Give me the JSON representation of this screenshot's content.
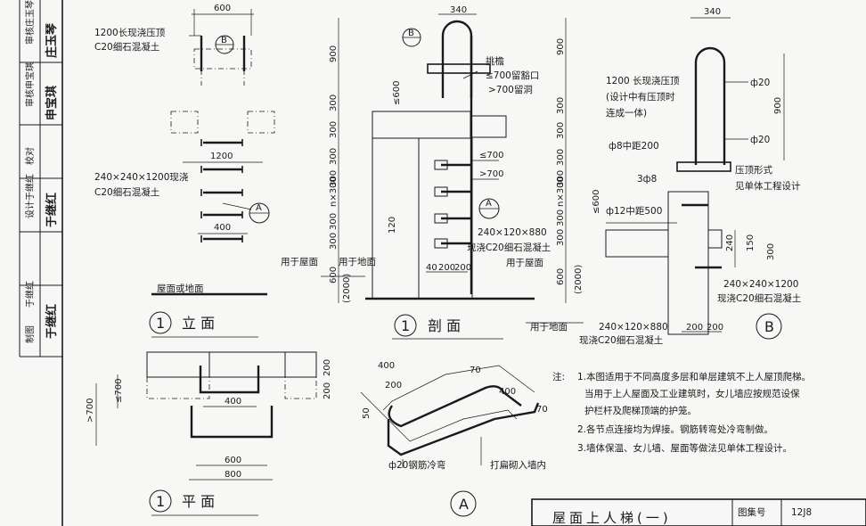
{
  "sidebar": {
    "rows": [
      {
        "role": "审核",
        "name": "庄玉琴",
        "signature": "庄玉琴"
      },
      {
        "role": "审核",
        "name": "申宝琪",
        "signature": "申宝琪"
      },
      {
        "role": "校对",
        "name": "",
        "signature": ""
      },
      {
        "role": "设计",
        "name": "于继红",
        "signature": "于继红"
      },
      {
        "role": "制图",
        "name": "于继红",
        "signature": "于继红"
      }
    ]
  },
  "elevation": {
    "title_num": "1",
    "title": "立  面",
    "dim_top": "600",
    "dim_rungs": "1200",
    "dim_bottom_rung": "400",
    "label_top_1": "1200长现浇压顶",
    "label_top_2": "C20细石混凝土",
    "label_mid_1": "240×240×1200现浇",
    "label_mid_2": "C20细石混凝土",
    "label_ground": "屋面或地面",
    "marker_b": "B",
    "marker_a": "A",
    "dims_right": [
      "900",
      "300",
      "300",
      "300",
      "300",
      "n×300",
      "300",
      "300",
      "600"
    ]
  },
  "section": {
    "title_num": "1",
    "title": "剖  面",
    "dim_top": "340",
    "label_1": "挑檐",
    "label_2": "≤700留豁口",
    "label_3": ">700留洞",
    "dim_le600": "≤600",
    "dim_le700": "≤700",
    "dim_gt700": ">700",
    "dim_120": "120",
    "dims_bottom": [
      "40",
      "200",
      "200"
    ],
    "label_embed_1": "240×120×880",
    "label_embed_2": "现浇C20细石混凝土",
    "label_roof": "用于屋面",
    "label_ground": "用于地面",
    "val_2000_left": "(2000)",
    "val_600": "600",
    "val_2000_right": "(2000)",
    "label_roof_2": "用于屋面",
    "label_ground_2": "用于地面",
    "dims_right": [
      "900",
      "300",
      "300",
      "300",
      "300",
      "n×300",
      "300",
      "300"
    ],
    "marker_b": "B",
    "marker_a": "A"
  },
  "plan": {
    "title_num": "1",
    "title": "平  面",
    "dim_200a": "200",
    "dim_200b": "200",
    "dim_le700": "≤700",
    "dim_gt700": ">700",
    "dim_400": "400",
    "dim_600": "600",
    "dim_800": "800"
  },
  "detail_a": {
    "marker": "A",
    "dim_400a": "400",
    "dim_200": "200",
    "dim_400b": "400",
    "dim_70a": "70",
    "dim_70b": "70",
    "dim_50": "50",
    "label_bar": "ф20钢筋冷弯",
    "label_wall": "打扁砌入墙内"
  },
  "detail_b": {
    "marker": "B",
    "dim_top": "340",
    "label_1": "1200 长现浇压顶",
    "label_2": "(设计中有压顶时",
    "label_3": "连成一体)",
    "label_phi8": "ф8中距200",
    "label_3phi8": "3ф8",
    "label_phi12": "ф12中距500",
    "label_coping_1": "压顶形式",
    "label_coping_2": "见单体工程设计",
    "label_phi20a": "ф20",
    "label_phi20b": "ф20",
    "dim_900": "900",
    "dim_le600": "≤600",
    "dim_240": "240",
    "dim_150": "150",
    "dim_300": "300",
    "label_embed_1": "240×240×1200",
    "label_embed_2": "现浇C20细石混凝土",
    "label_embed_3": "240×120×880",
    "label_embed_4": "现浇C20细石混凝土",
    "dims_bottom": [
      "200",
      "200"
    ]
  },
  "notes": {
    "heading": "注:",
    "items": [
      "1.本图适用于不同高度多层和单层建筑不上人屋顶爬梯。",
      "当用于上人屋面及工业建筑时，女儿墙应按规范设保",
      "护栏杆及爬梯顶端的护笼。",
      "2.各节点连接均为焊接。钢筋转弯处冷弯制做。",
      "3.墙体保温、女儿墙、屋面等做法见单体工程设计。"
    ]
  },
  "titleblock": {
    "title": "屋面上人梯(一)",
    "atlas_label": "图集号",
    "atlas_no": "12J8"
  }
}
